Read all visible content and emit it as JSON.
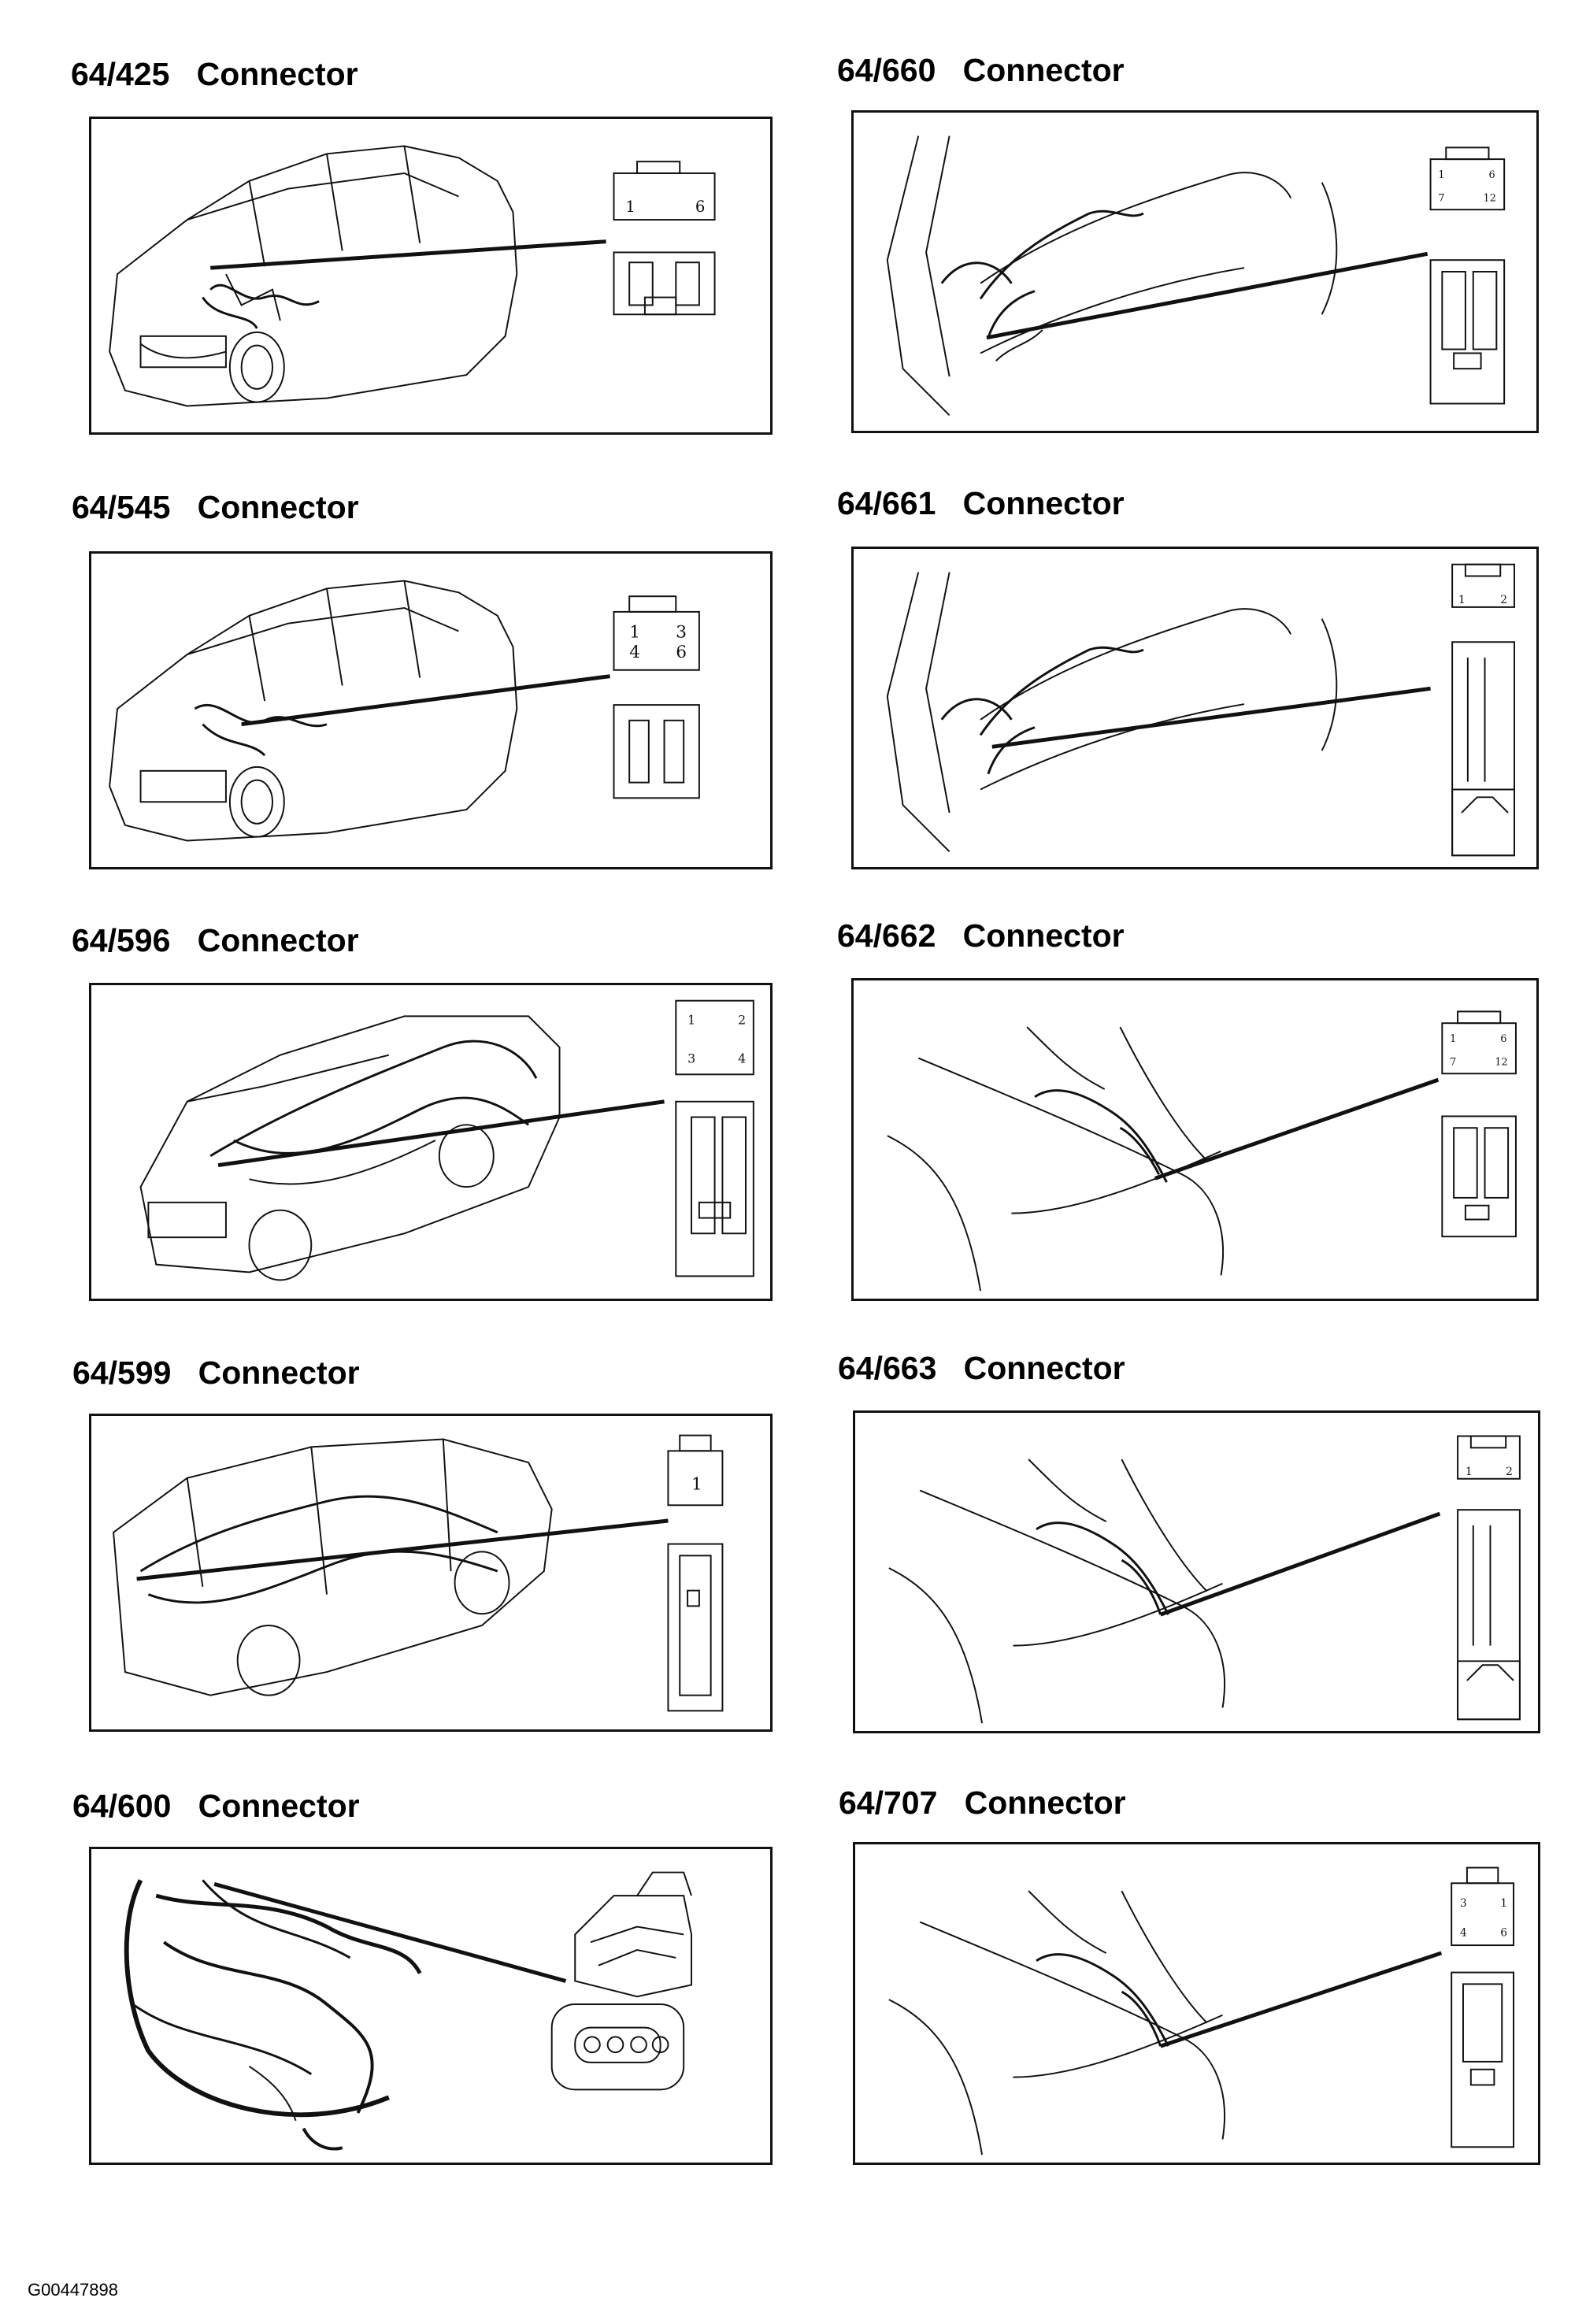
{
  "diagrams": [
    {
      "code": "64/425",
      "label": "Connector",
      "pins": [
        "1",
        "6"
      ]
    },
    {
      "code": "64/545",
      "label": "Connector",
      "pins": [
        "1",
        "3",
        "4",
        "6"
      ]
    },
    {
      "code": "64/596",
      "label": "Connector",
      "pins": [
        "1",
        "2",
        "3",
        "4"
      ]
    },
    {
      "code": "64/599",
      "label": "Connector",
      "pins": [
        "1"
      ]
    },
    {
      "code": "64/600",
      "label": "Connector",
      "pins": []
    },
    {
      "code": "64/660",
      "label": "Connector",
      "pins": [
        "1",
        "6",
        "7",
        "12"
      ]
    },
    {
      "code": "64/661",
      "label": "Connector",
      "pins": [
        "1",
        "2"
      ]
    },
    {
      "code": "64/662",
      "label": "Connector",
      "pins": [
        "1",
        "6",
        "7",
        "12"
      ]
    },
    {
      "code": "64/663",
      "label": "Connector",
      "pins": [
        "1",
        "2"
      ]
    },
    {
      "code": "64/707",
      "label": "Connector",
      "pins": [
        "3",
        "1",
        "4",
        "6"
      ]
    }
  ],
  "footer_id": "G00447898"
}
